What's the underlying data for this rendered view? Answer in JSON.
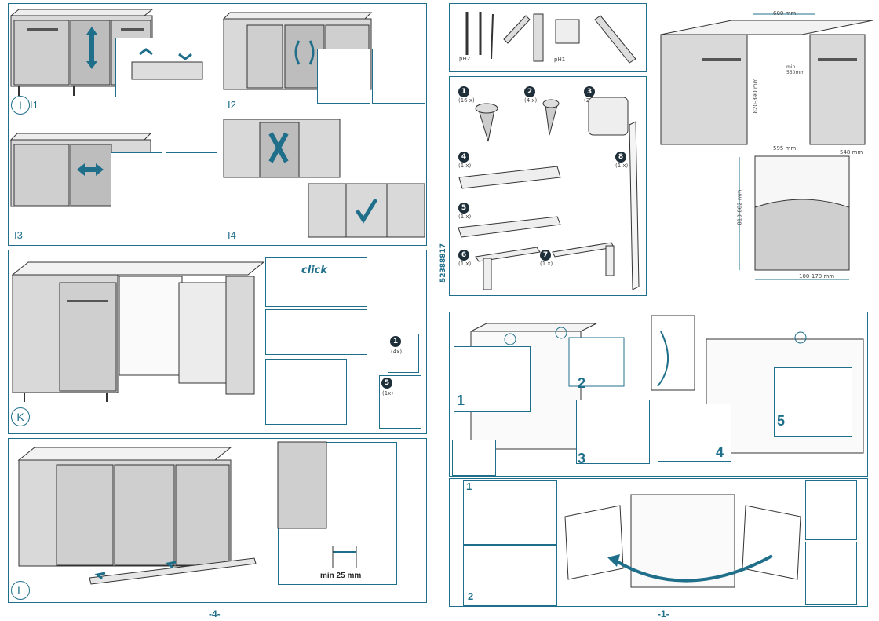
{
  "left_page": {
    "step_i": {
      "letter": "I",
      "labels": [
        "I1",
        "I2",
        "I3",
        "I4"
      ]
    },
    "step_k": {
      "letter": "K",
      "callout_click": "click",
      "parts": [
        {
          "num": "1",
          "qty": "(4x)"
        },
        {
          "num": "5",
          "qty": "(1x)"
        }
      ]
    },
    "step_l": {
      "letter": "L",
      "dimension": "min 25 mm"
    },
    "page_number": "-4-"
  },
  "right_page": {
    "tools_marks": [
      "pH2",
      "pH1"
    ],
    "parts": [
      {
        "num": "1",
        "qty": "(16 x)"
      },
      {
        "num": "2",
        "qty": "(4 x)"
      },
      {
        "num": "3",
        "qty": "(2 x)"
      },
      {
        "num": "4",
        "qty": "(1 x)"
      },
      {
        "num": "5",
        "qty": "(1 x)"
      },
      {
        "num": "6",
        "qty": "(1 x)"
      },
      {
        "num": "7",
        "qty": "(1 x)"
      },
      {
        "num": "8",
        "qty": "(1 x)"
      }
    ],
    "doc_code": "52388817",
    "dimensions": {
      "width_niche": "600 mm",
      "depth_min": "min 550mm",
      "height_niche": "820-890 mm",
      "width_unit": "595 mm",
      "depth_unit": "548 mm",
      "height_unit": "818-882 mm",
      "plinth": "100-170 mm"
    },
    "door_steps": [
      "1",
      "2",
      "3",
      "4",
      "5"
    ],
    "hinge_steps": [
      "1",
      "2"
    ],
    "page_number": "-1-"
  },
  "colors": {
    "accent": "#1f6f8b",
    "line": "#333333",
    "cabinet": "#d9d9d9",
    "top": "#f2f2f2"
  }
}
